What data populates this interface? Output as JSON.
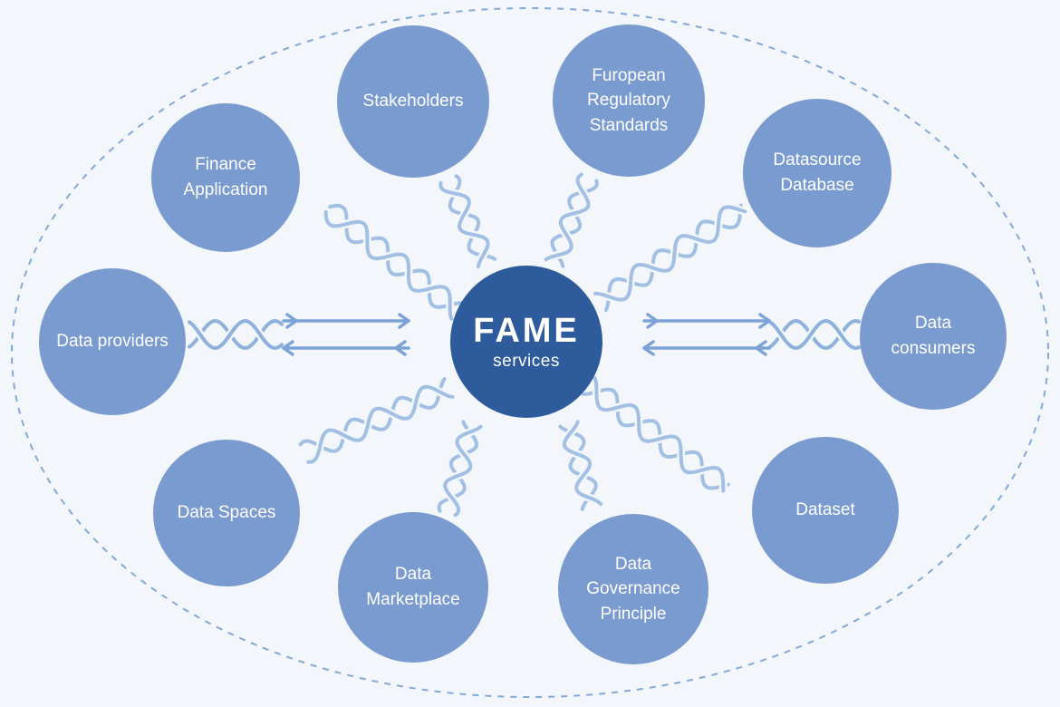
{
  "diagram": {
    "title_hint": "FAME services ecosystem diagram",
    "center": {
      "id": "fame-services",
      "title": "FAME",
      "subtitle": "services"
    },
    "nodes": [
      {
        "id": "stakeholders",
        "label": "Stakeholders"
      },
      {
        "id": "european-regulatory-standards",
        "label": "Furopean Regulatory Standards"
      },
      {
        "id": "finance-application",
        "label": "Finance Application"
      },
      {
        "id": "datasource-database",
        "label": "Datasource Database"
      },
      {
        "id": "data-providers",
        "label": "Data providers"
      },
      {
        "id": "data-consumers",
        "label": "Data consumers"
      },
      {
        "id": "data-spaces",
        "label": "Data Spaces"
      },
      {
        "id": "data-marketplace",
        "label": "Data Marketplace"
      },
      {
        "id": "data-governance-principle",
        "label": "Data Governance Principle"
      },
      {
        "id": "dataset",
        "label": "Dataset"
      }
    ],
    "connections": [
      {
        "from": "fame-services",
        "to": "stakeholders",
        "type": "dna-helix"
      },
      {
        "from": "fame-services",
        "to": "european-regulatory-standards",
        "type": "dna-helix"
      },
      {
        "from": "fame-services",
        "to": "finance-application",
        "type": "dna-helix"
      },
      {
        "from": "fame-services",
        "to": "datasource-database",
        "type": "dna-helix"
      },
      {
        "from": "data-providers",
        "to": "fame-services",
        "type": "dna-twist-arrows",
        "direction": "bidirectional"
      },
      {
        "from": "fame-services",
        "to": "data-consumers",
        "type": "dna-twist-arrows",
        "direction": "bidirectional"
      },
      {
        "from": "fame-services",
        "to": "data-spaces",
        "type": "dna-helix"
      },
      {
        "from": "fame-services",
        "to": "data-marketplace",
        "type": "dna-helix"
      },
      {
        "from": "fame-services",
        "to": "data-governance-principle",
        "type": "dna-helix"
      },
      {
        "from": "fame-services",
        "to": "dataset",
        "type": "dna-helix"
      }
    ]
  },
  "colors": {
    "bg": "#f3f6fb",
    "node": "#7a9bd0",
    "center": "#2d5b9c",
    "label": "#ffffff",
    "helix": "#a2c0e4",
    "twist": "#8fb2dd",
    "arrow": "#7ca3d8",
    "boundary": "#84a9d6"
  }
}
